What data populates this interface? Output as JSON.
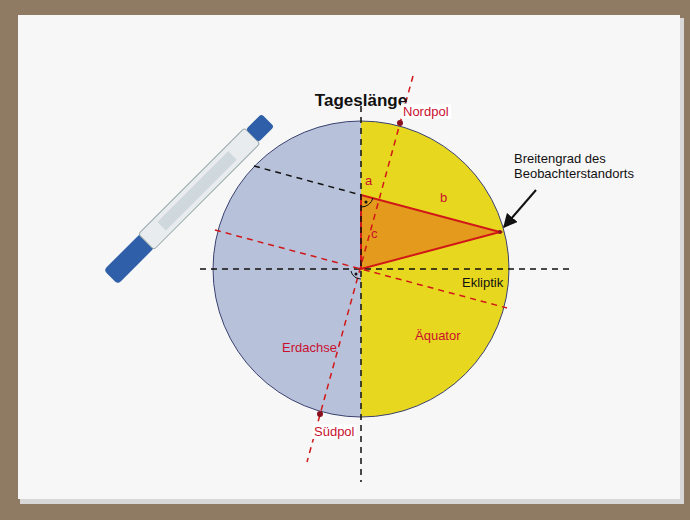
{
  "diagram": {
    "title": "Tageslänge",
    "labels": [
      "Nordpol",
      "Breitengrad des Beobachterstandorts",
      "a",
      "b",
      "c",
      "Ekliptik",
      "Erdachse",
      "Äquator",
      "Südpol"
    ]
  }
}
